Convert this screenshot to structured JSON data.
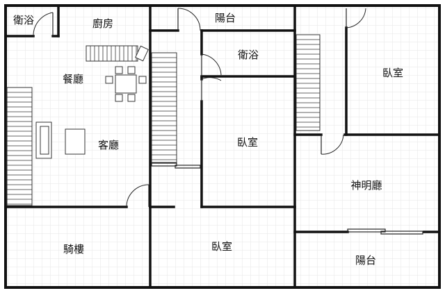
{
  "rooms": {
    "bath_left": "衛浴",
    "kitchen": "廚房",
    "dining": "餐廳",
    "living": "客廳",
    "arcade": "騎樓",
    "balcony_top": "陽台",
    "bath_mid": "衛浴",
    "bedroom_mid": "臥室",
    "bedroom_bottom": "臥室",
    "bedroom_right": "臥室",
    "shrine_hall": "神明廳",
    "balcony_bottom": "陽台"
  },
  "colors": {
    "grid": "#e6e6e6",
    "wall": "#111111",
    "background": "#ffffff"
  }
}
